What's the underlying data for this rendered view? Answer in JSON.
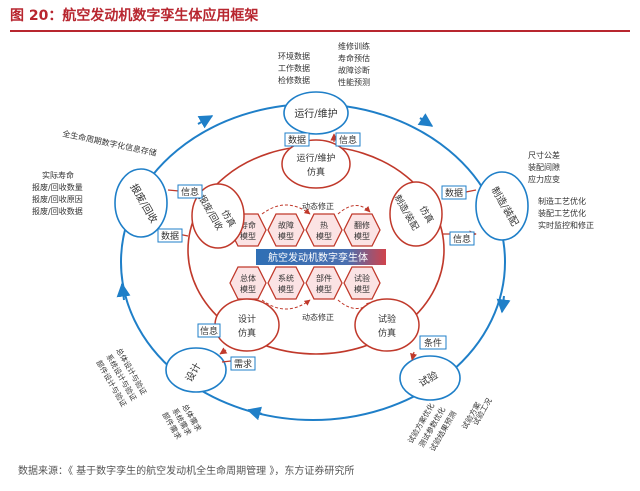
{
  "figure_title": "图 20：航空发动机数字孪生体应用框架",
  "source_note": "数据来源：《 基于数字孪生的航空发动机全生命周期管理 》，东方证券研究所",
  "core_label": "航空发动机数字孪生体",
  "top_models": [
    "寿命模型",
    "故障模型",
    "热模型",
    "翻修模型"
  ],
  "bottom_models": [
    "总体模型",
    "系统模型",
    "部件模型",
    "试验模型"
  ],
  "dynamic_label": "动态修正",
  "outer_nodes": {
    "ops": "运行/维护",
    "mfg": "制造/装配",
    "test": "试验",
    "design": "设计",
    "scrap": "报废/回收"
  },
  "sim_nodes": {
    "ops": "运行/维护仿真",
    "mfg": "制造/装配仿真",
    "test": "试验仿真",
    "design": "设计仿真",
    "scrap": "报废/回收仿真"
  },
  "flow_labels": {
    "data": "数据",
    "info": "信息",
    "condition": "条件",
    "demand": "需求"
  },
  "notes": {
    "ops_left": [
      "环境数据",
      "工作数据",
      "检修数据"
    ],
    "ops_right": [
      "维修训练",
      "寿命预估",
      "故障诊断",
      "性能预测"
    ],
    "mfg": [
      "尺寸公差",
      "装配间隙",
      "应力应变",
      "制造工艺优化",
      "装配工艺优化",
      "实时监控和修正"
    ],
    "test": [
      "试验方案优化",
      "测试参数优化",
      "试验结果预测",
      "试验方案",
      "试验工况"
    ],
    "design": [
      "总体设计与验证",
      "系统设计与验证",
      "部件设计与验证",
      "总体需求",
      "系统需求",
      "部件需求"
    ],
    "scrap": [
      "全生命周期数字化信息存储",
      "实际寿命",
      "报废/回收数量",
      "报废/回收原因",
      "报废/回收数据"
    ]
  },
  "colors": {
    "red": "#c0392b",
    "blue": "#1f7fc8",
    "pink": "#f5c6c8",
    "core_blue": "#2f6fb5"
  }
}
